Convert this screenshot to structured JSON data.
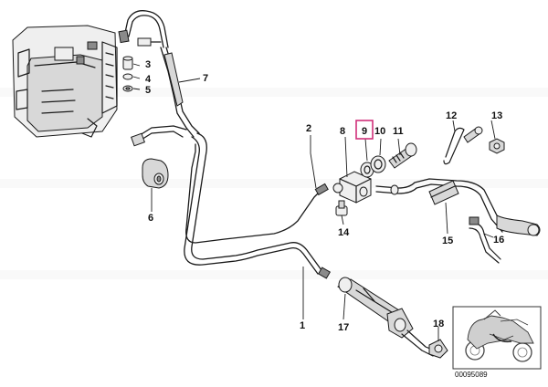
{
  "diagram": {
    "drawing_code": "00095089",
    "highlight_color": "#d0307a",
    "highlighted_part": "9",
    "callouts": [
      {
        "id": "1",
        "text": "1"
      },
      {
        "id": "2",
        "text": "2"
      },
      {
        "id": "3",
        "text": "3"
      },
      {
        "id": "4",
        "text": "4"
      },
      {
        "id": "5",
        "text": "5"
      },
      {
        "id": "6",
        "text": "6"
      },
      {
        "id": "7",
        "text": "7"
      },
      {
        "id": "8",
        "text": "8"
      },
      {
        "id": "9",
        "text": "9"
      },
      {
        "id": "10",
        "text": "10"
      },
      {
        "id": "11",
        "text": "11"
      },
      {
        "id": "12",
        "text": "12"
      },
      {
        "id": "13",
        "text": "13"
      },
      {
        "id": "14",
        "text": "14"
      },
      {
        "id": "15",
        "text": "15"
      },
      {
        "id": "16",
        "text": "16"
      },
      {
        "id": "17",
        "text": "17"
      },
      {
        "id": "18",
        "text": "18"
      }
    ]
  }
}
